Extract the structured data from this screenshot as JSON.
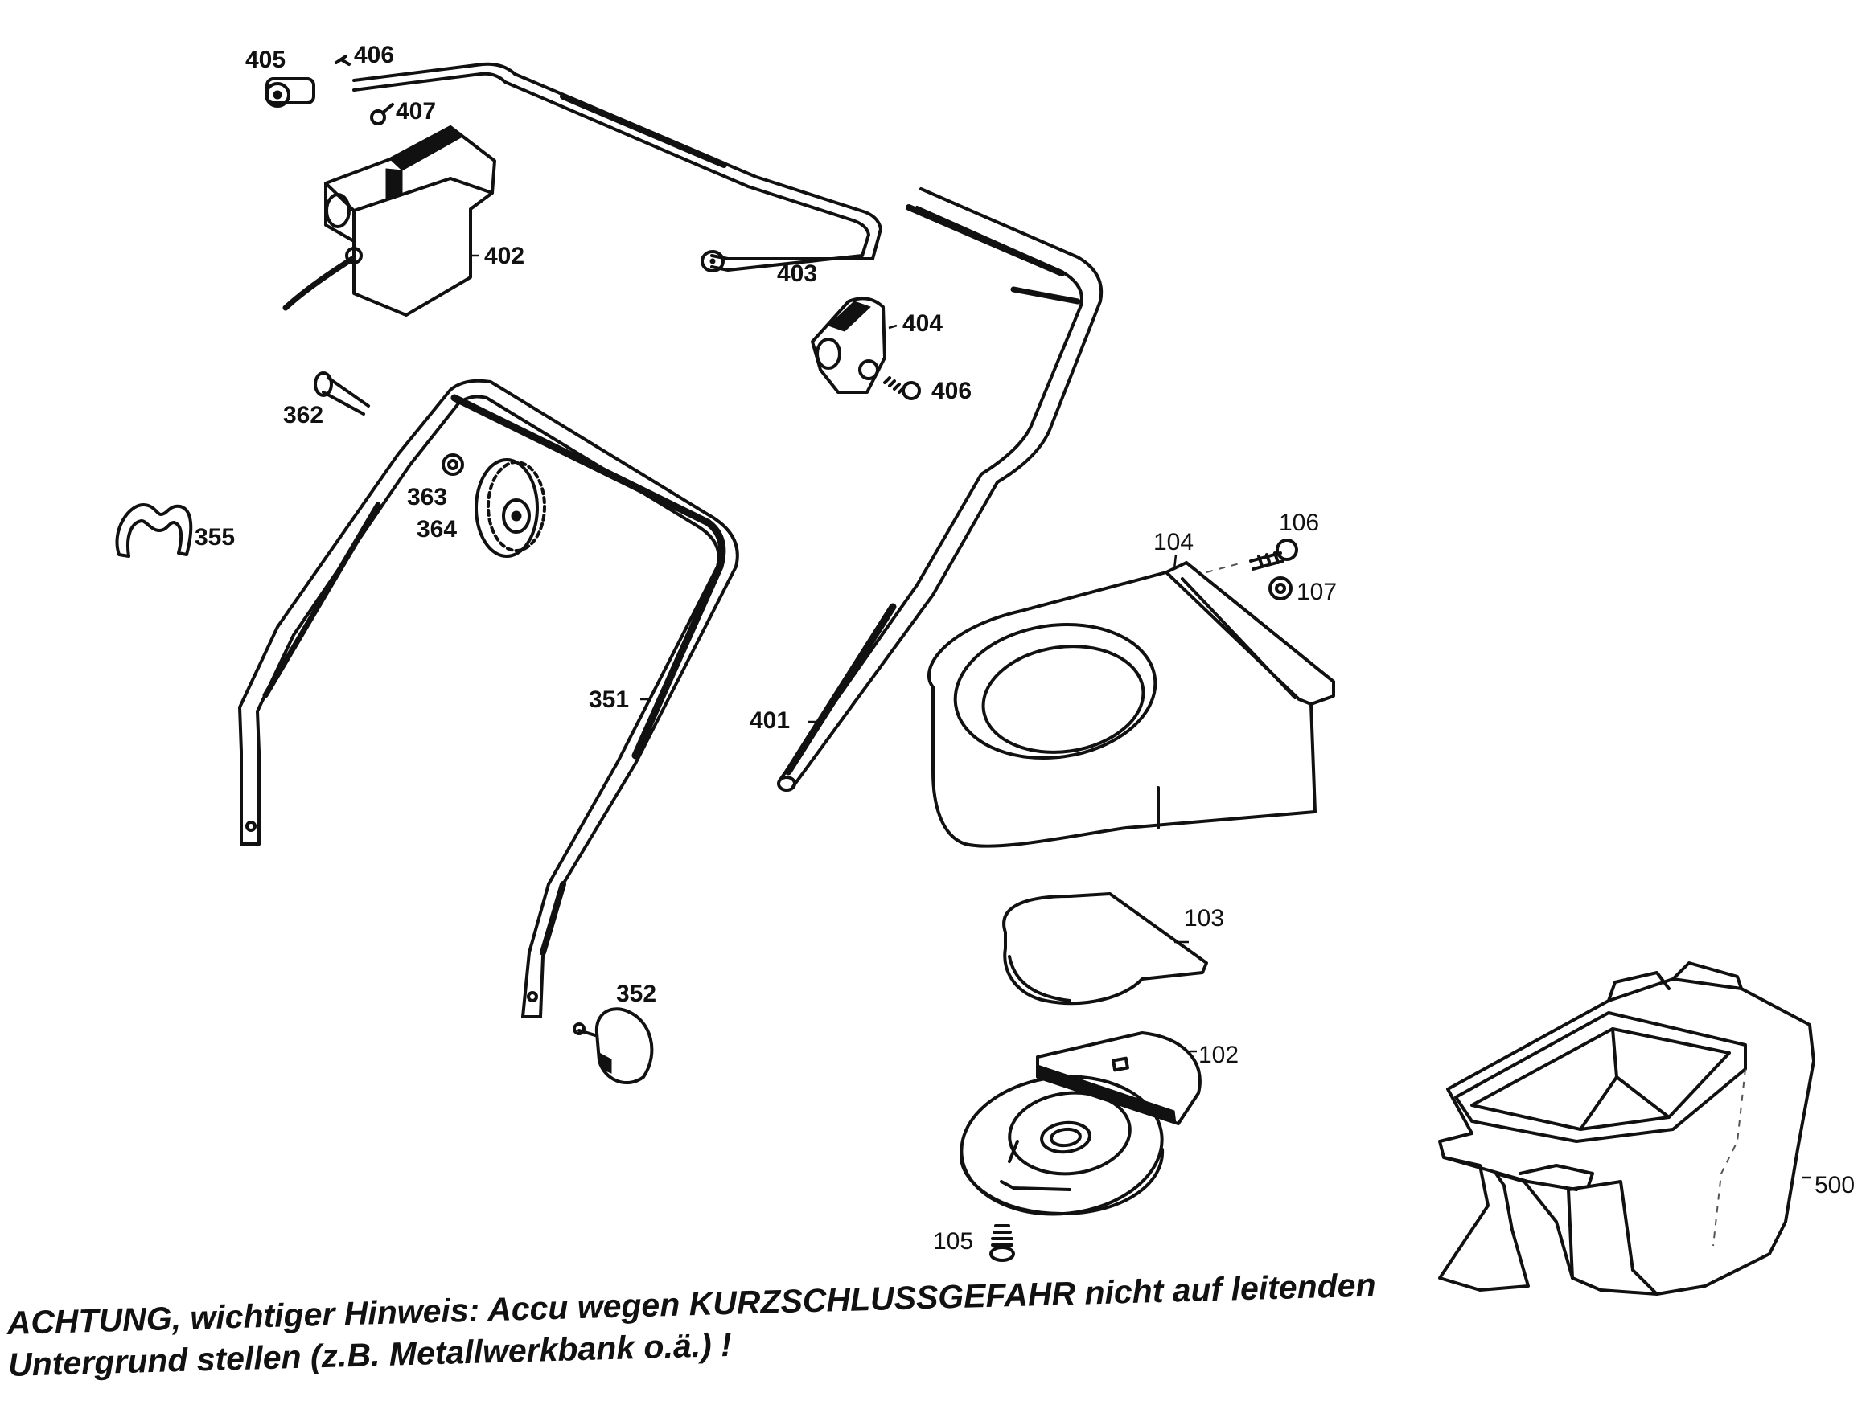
{
  "parts": {
    "p405": "405",
    "p406a": "406",
    "p407": "407",
    "p402": "402",
    "p403": "403",
    "p404": "404",
    "p406b": "406",
    "p362": "362",
    "p363": "363",
    "p364": "364",
    "p355": "355",
    "p351": "351",
    "p401": "401",
    "p104": "104",
    "p106": "106",
    "p107": "107",
    "p103": "103",
    "p352": "352",
    "p102": "102",
    "p105": "105",
    "p500": "500"
  },
  "warning": {
    "line1": "ACHTUNG, wichtiger Hinweis: Accu wegen KURZSCHLUSSGEFAHR nicht auf leitenden",
    "line2": "Untergrund stellen (z.B. Metallwerkbank o.ä.) !"
  }
}
